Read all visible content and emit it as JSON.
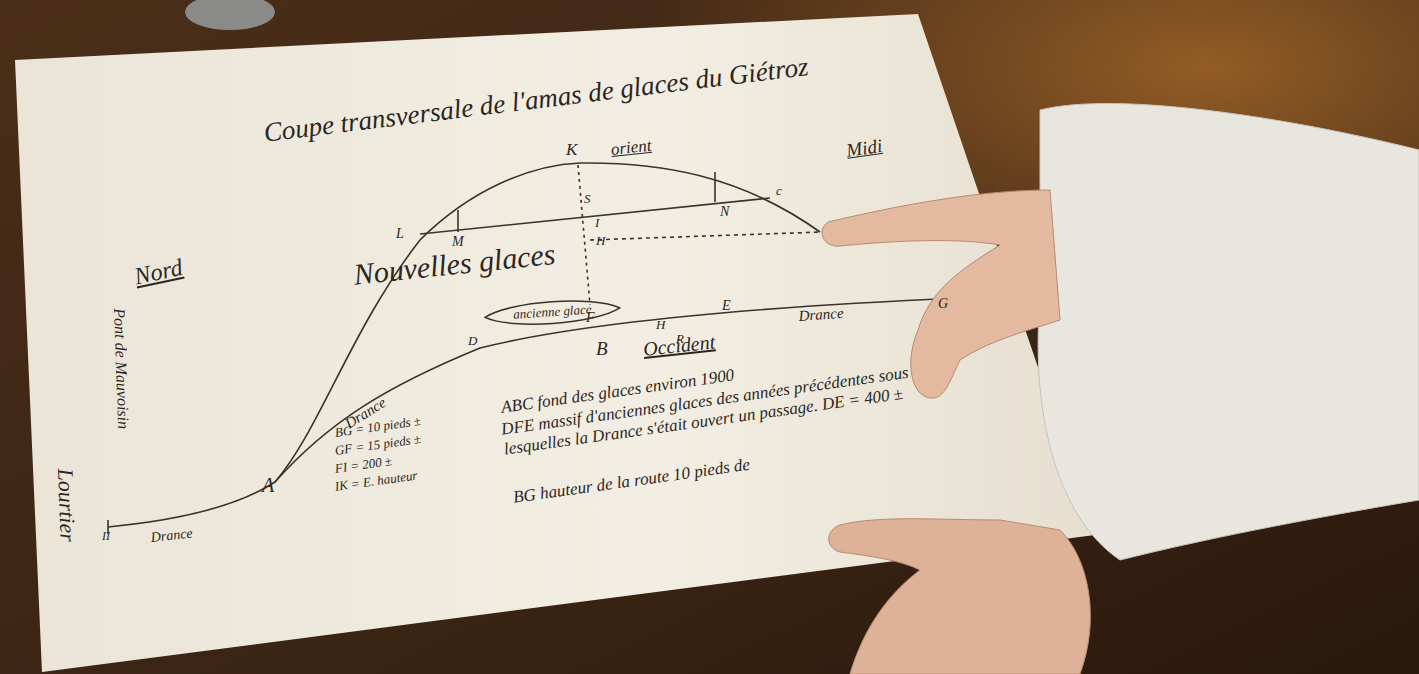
{
  "diagram": {
    "title": "Coupe transversale de l'amas de glaces du Giétroz",
    "nodes": [
      {
        "text": [
          "ancienne glace"
        ]
      }
    ],
    "labels": [
      "K",
      "orient",
      "Midi",
      "L",
      "M",
      "S",
      "I",
      "N",
      "c",
      "H",
      "Nord",
      "Nouvelles glaces",
      "F",
      "D",
      "E",
      "H",
      "R",
      "B",
      "Occident",
      "Drance",
      "G",
      "Drance",
      "A",
      "Drance",
      "II",
      "Pont de Mauvoisin",
      "Lourtier",
      "BG = 10 pieds ±",
      "GF = 15 pieds ±",
      "FI = 200 ±",
      "IK = E. hauteur",
      "ABC fond des glaces environ 1900",
      "DFE massif d'anciennes glaces des années précédentes sous lesquelles la Drance s'était ouvert un passage. DE = 400 ±",
      "BG hauteur de la route 10 pieds de"
    ]
  }
}
